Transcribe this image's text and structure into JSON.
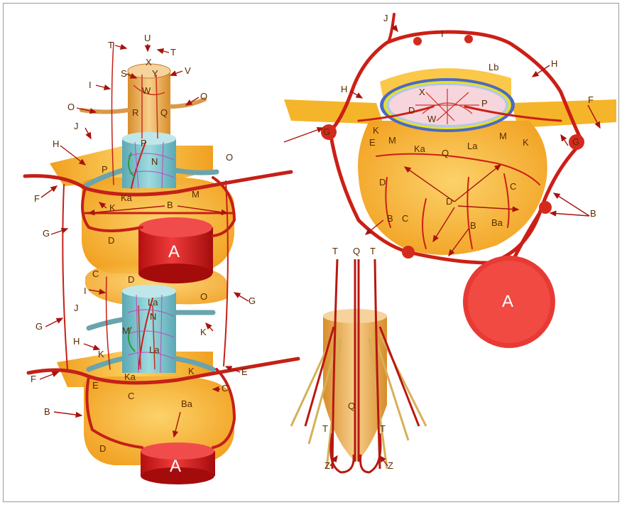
{
  "labels": {
    "A": "A",
    "B": "B",
    "Ba": "Ba",
    "C": "C",
    "D": "D",
    "E": "E",
    "F": "F",
    "G": "G",
    "H": "H",
    "I": "I",
    "J": "J",
    "K": "K",
    "Ka": "Ka",
    "La": "La",
    "Lb": "Lb",
    "M": "M",
    "N": "N",
    "O": "O",
    "P": "P",
    "Q": "Q",
    "R": "R",
    "S": "S",
    "T": "T",
    "U": "U",
    "V": "V",
    "W": "W",
    "X": "X",
    "Y": "Y",
    "Z": "Z"
  },
  "colors": {
    "artery": "#d42a1e",
    "artery_dark": "#a8130c",
    "bone": "#f5b52a",
    "bone_light": "#fbd36a",
    "cord": "#f0b05a",
    "dura": "#7cc4cc",
    "label": "#5a2a00",
    "arrow": "#a8130c"
  }
}
